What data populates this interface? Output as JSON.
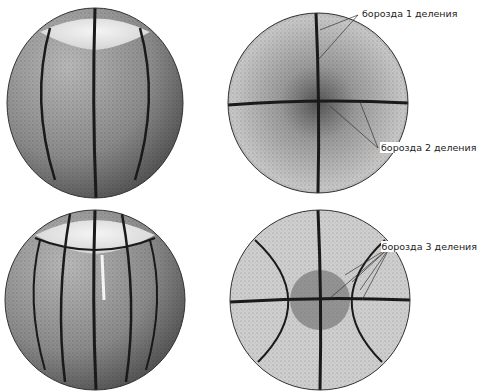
{
  "diagram": {
    "labels": [
      "борозда 1 деления",
      "борозда 2 деления",
      "борозда 3 деления"
    ]
  }
}
